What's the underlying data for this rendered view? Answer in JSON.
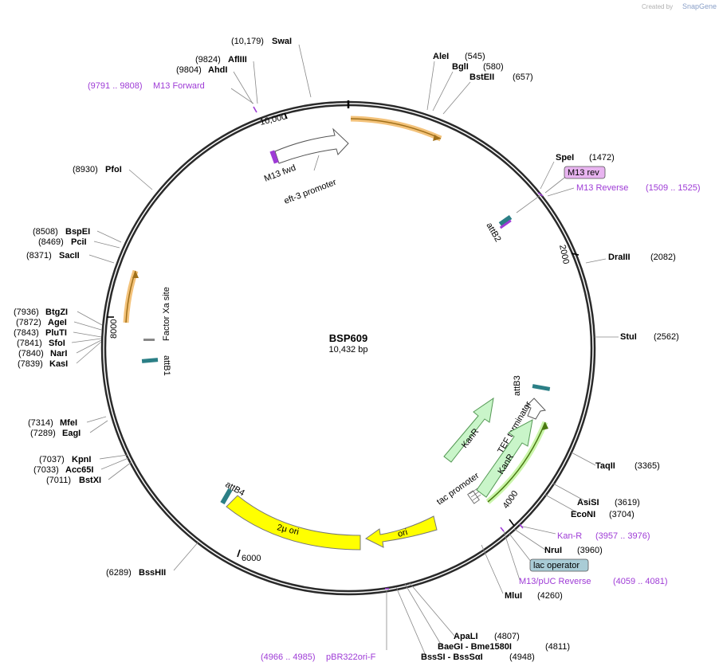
{
  "plasmid": {
    "name": "BSP609",
    "length": "10,432 bp",
    "length_value": 10432
  },
  "credit": {
    "prefix": "Created by",
    "brand": "SnapGene"
  },
  "ticks": [
    "2000",
    "4000",
    "6000",
    "8000",
    "10,000"
  ],
  "enzymes": [
    {
      "label": "(10,179)",
      "name": "SwaI"
    },
    {
      "label": "(9824)",
      "name": "AflIII"
    },
    {
      "label": "(9804)",
      "name": "AhdI"
    },
    {
      "label": "AleI",
      "pos": "(545)"
    },
    {
      "label": "BglI",
      "pos": "(580)"
    },
    {
      "label": "BstEII",
      "pos": "(657)"
    },
    {
      "label": "SpeI",
      "pos": "(1472)"
    },
    {
      "label": "DraIII",
      "pos": "(2082)"
    },
    {
      "label": "StuI",
      "pos": "(2562)"
    },
    {
      "label": "TaqII",
      "pos": "(3365)"
    },
    {
      "label": "AsiSI",
      "pos": "(3619)"
    },
    {
      "label": "EcoNI",
      "pos": "(3704)"
    },
    {
      "label": "NruI",
      "pos": "(3960)"
    },
    {
      "label": "MluI",
      "pos": "(4260)"
    },
    {
      "label": "ApaLI",
      "pos": "(4807)"
    },
    {
      "label": "BaeGI  - Bme1580I",
      "pos": "(4811)"
    },
    {
      "label": "BssSI  - BssSαI",
      "pos": "(4948)"
    },
    {
      "label": "(8930)",
      "name": "PfoI"
    },
    {
      "label": "(8508)",
      "name": "BspEI"
    },
    {
      "label": "(8469)",
      "name": "PciI"
    },
    {
      "label": "(8371)",
      "name": "SacII"
    },
    {
      "label": "(7936)",
      "name": "BtgZI"
    },
    {
      "label": "(7872)",
      "name": "AgeI"
    },
    {
      "label": "(7843)",
      "name": "PluTI"
    },
    {
      "label": "(7841)",
      "name": "SfoI"
    },
    {
      "label": "(7840)",
      "name": "NarI"
    },
    {
      "label": "(7839)",
      "name": "KasI"
    },
    {
      "label": "(7314)",
      "name": "MfeI"
    },
    {
      "label": "(7289)",
      "name": "EagI"
    },
    {
      "label": "(7037)",
      "name": "KpnI"
    },
    {
      "label": "(7033)",
      "name": "Acc65I"
    },
    {
      "label": "(7011)",
      "name": "BstXI"
    },
    {
      "label": "(6289)",
      "name": "BssHII"
    }
  ],
  "primers": [
    {
      "range": "(9791 .. 9808)",
      "name": "M13 Forward"
    },
    {
      "name": "M13 Reverse",
      "range": "(1509 .. 1525)"
    },
    {
      "name": "Kan-R",
      "range": "(3957 .. 3976)"
    },
    {
      "name": "M13/pUC Reverse",
      "range": "(4059 .. 4081)"
    },
    {
      "range": "(4966 .. 4985)",
      "name": "pBR322ori-F"
    }
  ],
  "boxed": [
    {
      "text": "M13 rev",
      "color": "#e8b4f0"
    },
    {
      "text": "lac operator",
      "color": "#a9ccd6"
    }
  ],
  "features": [
    {
      "name": "M13 fwd"
    },
    {
      "name": "eft-3 promoter"
    },
    {
      "name": "attB2"
    },
    {
      "name": "Factor Xa site"
    },
    {
      "name": "attB1"
    },
    {
      "name": "attB3"
    },
    {
      "name": "TEF terminator"
    },
    {
      "name": "KanR"
    },
    {
      "name": "KanR"
    },
    {
      "name": "tac promoter"
    },
    {
      "name": "attB4"
    },
    {
      "name": "2μ ori"
    },
    {
      "name": "ori"
    }
  ],
  "colors": {
    "primer": "#9e3bd6",
    "orf_highlight": "#f3c27a",
    "kanr": "#c9f5c9",
    "ori": "#ffff00",
    "att": "#2b7f86"
  }
}
